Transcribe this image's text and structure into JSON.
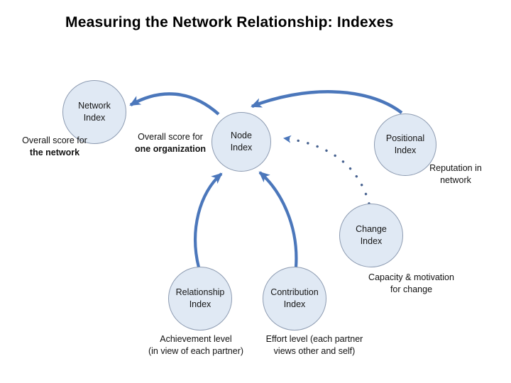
{
  "title": "Measuring the Network Relationship: Indexes",
  "colors": {
    "background": "#ffffff",
    "arrow_blue": "#4b77bb",
    "dotted_blue": "#46618f",
    "node_fill": "#e0e9f4",
    "node_border": "#8d9bb1",
    "text": "#111111"
  },
  "nodes": {
    "network": {
      "line1": "Network",
      "line2": "Index"
    },
    "node": {
      "line1": "Node",
      "line2": "Index"
    },
    "positional": {
      "line1": "Positional",
      "line2": "Index"
    },
    "change": {
      "line1": "Change",
      "line2": "Index"
    },
    "relationship": {
      "line1": "Relationship",
      "line2": "Index"
    },
    "contribution": {
      "line1": "Contribution",
      "line2": "Index"
    }
  },
  "captions": {
    "network": {
      "line1": "Overall score for",
      "line2": "the network"
    },
    "node": {
      "line1": "Overall score for",
      "line2": "one organization"
    },
    "positional": {
      "line1": "Reputation in",
      "line2": "network"
    },
    "change": {
      "line1": "Capacity & motivation",
      "line2": "for change"
    },
    "relationship": {
      "line1": "Achievement level",
      "line2": "(in view of each partner)"
    },
    "contribution": {
      "line1": "Effort level (each partner",
      "line2": "views other and self)"
    }
  },
  "arrows": [
    {
      "name": "node-to-network",
      "from": "Node Index",
      "to": "Network Index",
      "style": "solid"
    },
    {
      "name": "positional-to-node",
      "from": "Positional Index",
      "to": "Node Index",
      "style": "solid"
    },
    {
      "name": "change-to-node",
      "from": "Change Index",
      "to": "Node Index",
      "style": "dotted"
    },
    {
      "name": "relationship-to-node",
      "from": "Relationship Index",
      "to": "Node Index",
      "style": "solid"
    },
    {
      "name": "contribution-to-node",
      "from": "Contribution Index",
      "to": "Node Index",
      "style": "solid"
    }
  ]
}
